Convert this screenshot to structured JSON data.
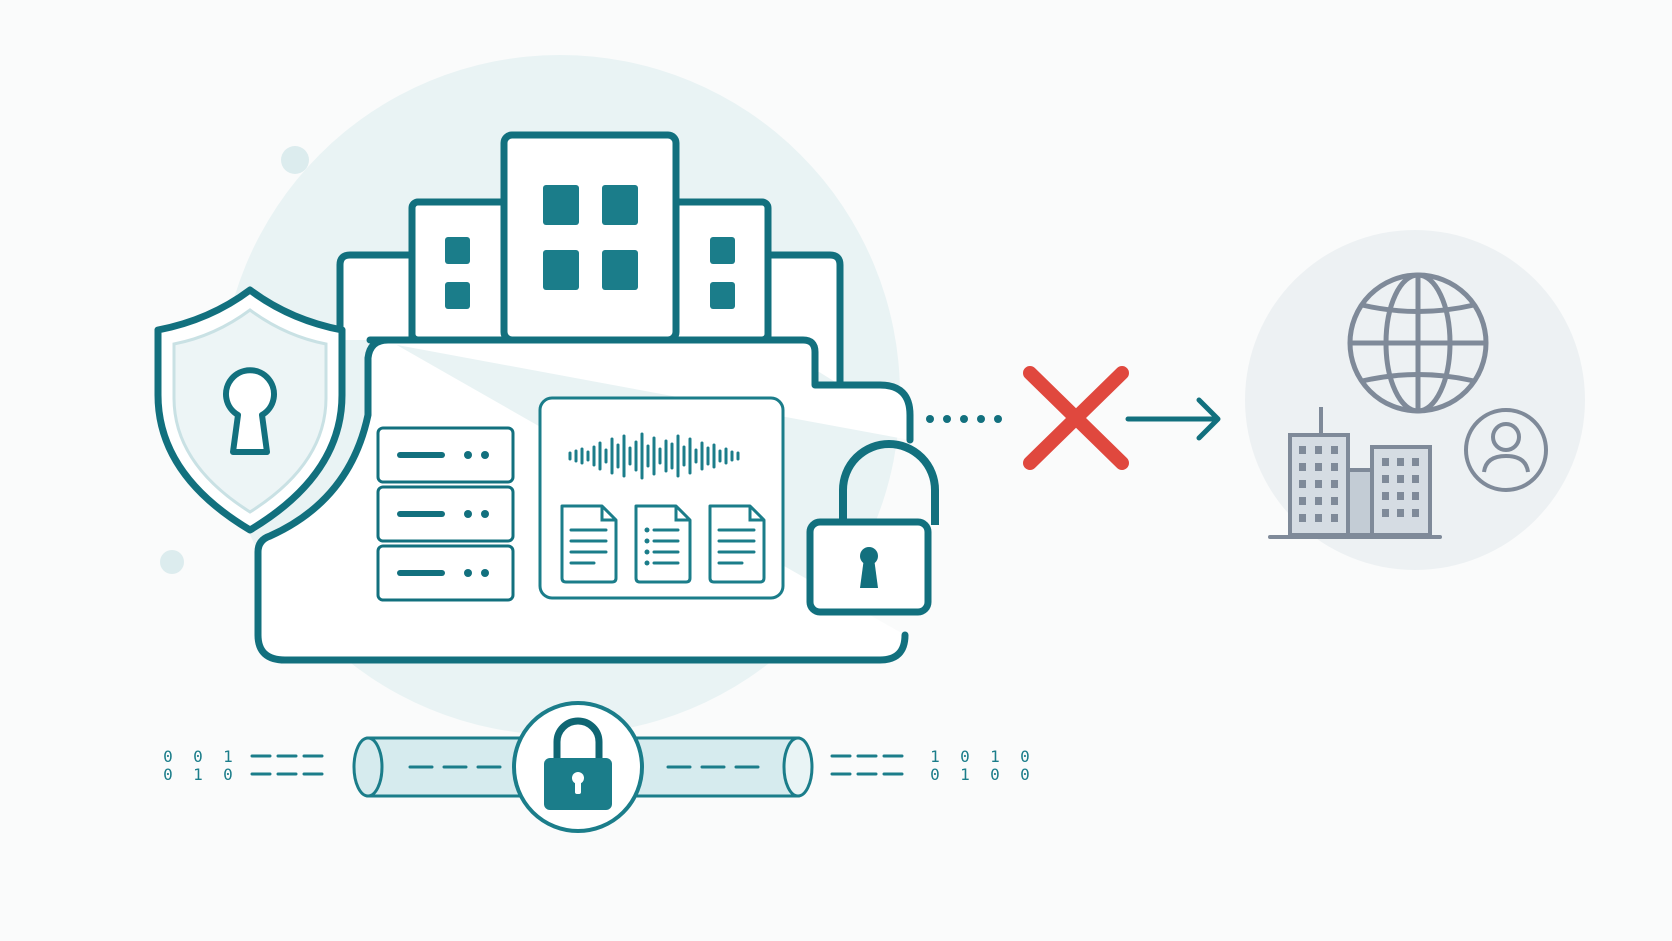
{
  "colors": {
    "background": "#fafbfb",
    "teal_primary": "#12707e",
    "teal_dark": "#0f6673",
    "teal_fill": "#1b7d8a",
    "halo": "#e9f3f4",
    "halo_dot": "#dcecee",
    "pipe_fill": "#d6ebee",
    "blocked_red": "#e0483e",
    "external_gray": "#7f8a99",
    "external_gray_light": "#b4bdc8",
    "external_halo": "#edf1f3"
  },
  "icons": {
    "on_premise": [
      "shield-keyhole-icon",
      "office-building-icon",
      "server-rack-icon",
      "audio-waveform-icon",
      "document-icon",
      "padlock-icon"
    ],
    "transfer": [
      "encrypted-pipe-icon",
      "padlock-icon",
      "binary-stream-icon"
    ],
    "blocked": [
      "red-x-icon",
      "arrow-right-icon"
    ],
    "external": [
      "globe-icon",
      "city-buildings-icon",
      "user-avatar-icon"
    ]
  },
  "binary_stream": {
    "left_top": [
      "0",
      "0",
      "1"
    ],
    "left_bottom": [
      "0",
      "1",
      "0"
    ],
    "right_top": [
      "1",
      "0",
      "1",
      "0"
    ],
    "right_bottom": [
      "0",
      "1",
      "0",
      "0"
    ]
  }
}
